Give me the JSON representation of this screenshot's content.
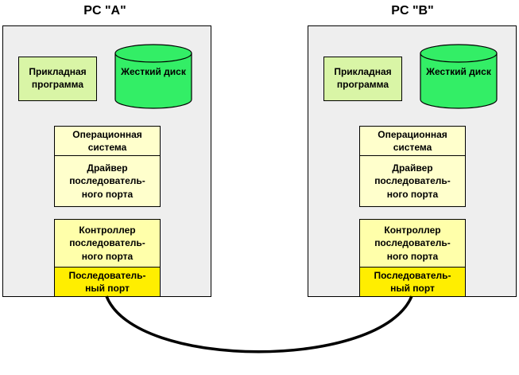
{
  "pcs": [
    {
      "title": "PC \"A\"",
      "app": "Прикладная\nпрограмма",
      "disk": "Жесткий диск",
      "os": "Операционная\nсистема",
      "driver": "Драйвер\nпоследователь-\nного порта",
      "controller": "Контроллер\nпоследователь-\nного порта",
      "port": "Последователь-\nный порт"
    },
    {
      "title": "PC \"B\"",
      "app": "Прикладная\nпрограмма",
      "disk": "Жесткий диск",
      "os": "Операционная\nсистема",
      "driver": "Драйвер\nпоследователь-\nного порта",
      "controller": "Контроллер\nпоследователь-\nного порта",
      "port": "Последователь-\nный порт"
    }
  ],
  "colors": {
    "pc_background": "#eeeeee",
    "app": "#d9f5a6",
    "disk": "#33ee66",
    "software_layers": "#ffffcc",
    "controller": "#ffffaa",
    "port": "#ffee00",
    "cable": "#000000"
  }
}
